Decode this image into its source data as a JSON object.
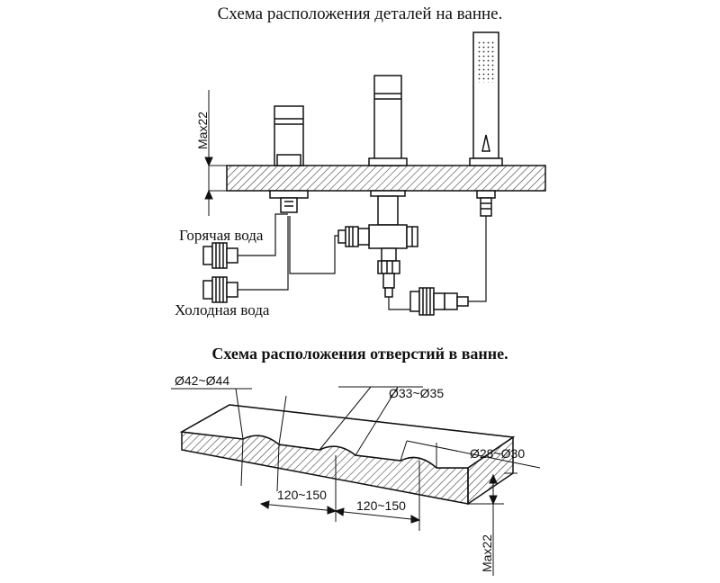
{
  "titles": {
    "top": "Схема расположения деталей на ванне.",
    "bottom": "Схема расположения отверстий в ванне."
  },
  "labels": {
    "hot_water": "Горячая вода",
    "cold_water": "Холодная вода"
  },
  "dimensions": {
    "max_height_top": "Max22",
    "hole_d1": "Ø42~Ø44",
    "hole_d2": "Ø33~Ø35",
    "hole_d3": "Ø28~Ø30",
    "spacing1": "120~150",
    "spacing2": "120~150",
    "max_height_bottom": "Max22"
  }
}
